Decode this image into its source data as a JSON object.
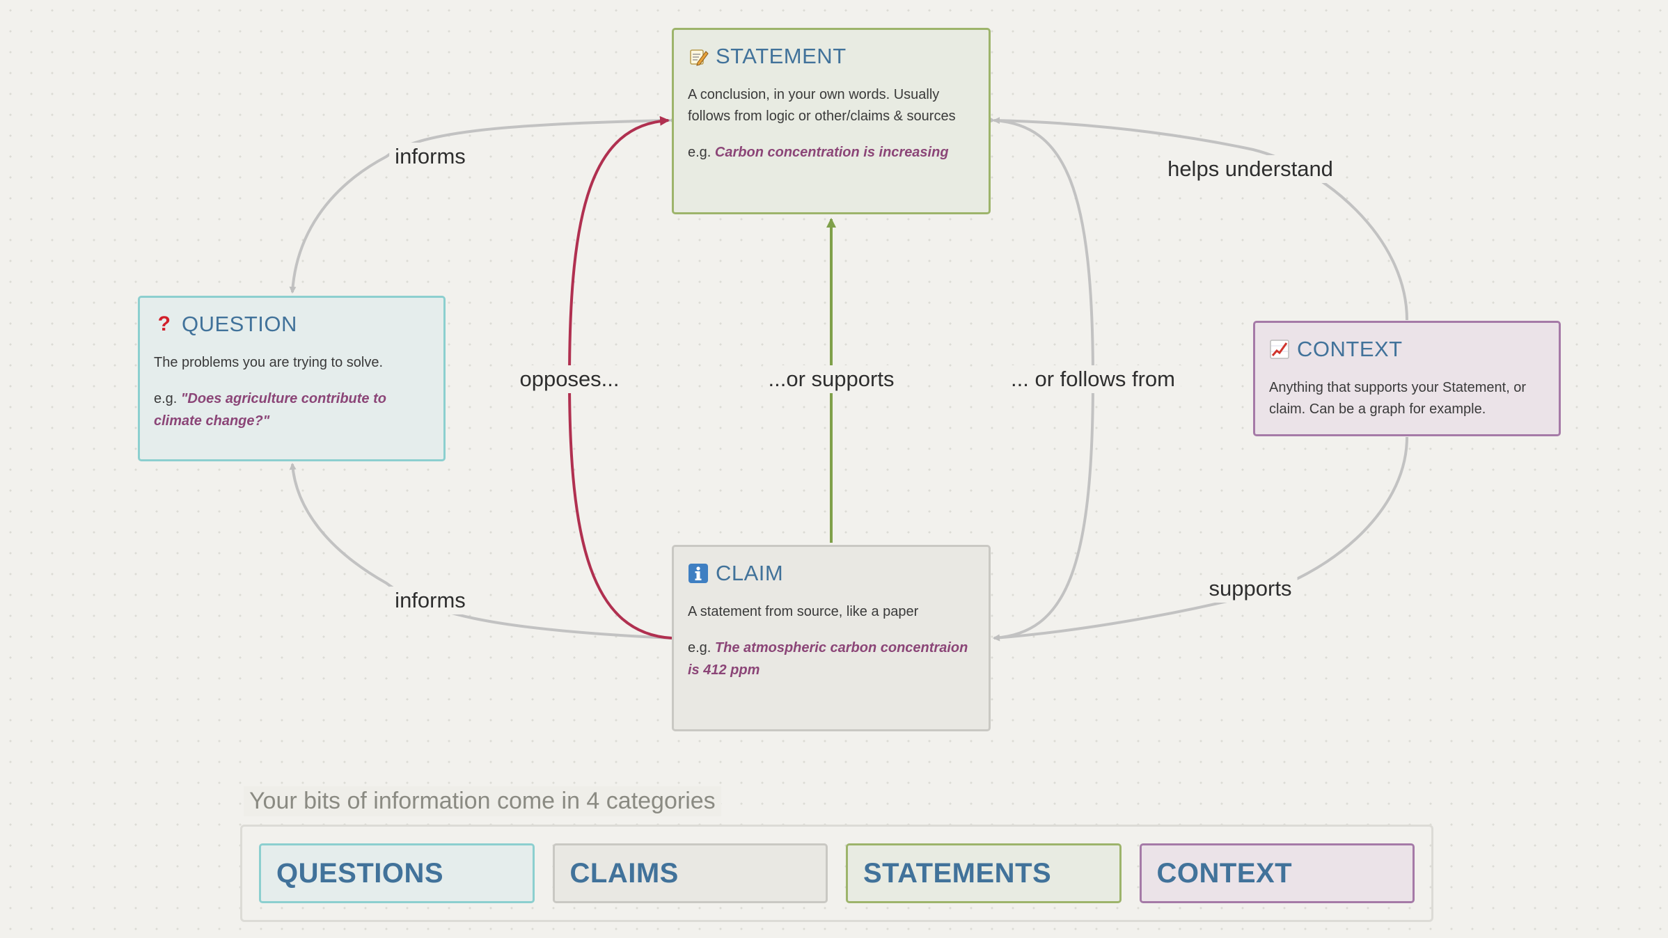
{
  "colors": {
    "background": "#f2f1ed",
    "title_text": "#41729a",
    "example_text": "#8b4577",
    "question_border": "#8ccfcf",
    "claim_border": "#c9c8c3",
    "statement_border": "#9db46b",
    "context_border": "#a57aa7",
    "edge_grey": "#bfbfbf",
    "edge_oppose": "#b03050",
    "edge_support": "#7fa04a"
  },
  "nodes": {
    "statement": {
      "icon": "memo-pencil-icon",
      "title": "STATEMENT",
      "description": "A conclusion, in your own words. Usually follows from logic or other/claims & sources",
      "example_prefix": "e.g.",
      "example": "Carbon concentration is increasing"
    },
    "question": {
      "icon": "question-mark-icon",
      "title": "QUESTION",
      "description": "The problems you are trying to solve.",
      "example_prefix": "e.g.",
      "example": "\"Does agriculture contribute to climate change?\""
    },
    "context": {
      "icon": "chart-increasing-icon",
      "title": "CONTEXT",
      "description": "Anything that supports your Statement, or claim. Can be a graph for example."
    },
    "claim": {
      "icon": "information-icon",
      "title": "CLAIM",
      "description": "A statement from source, like a paper",
      "example_prefix": "e.g.",
      "example": "The atmospheric carbon concentraion is 412 ppm"
    }
  },
  "edges": {
    "question_to_statement": "informs",
    "claim_to_question": "informs",
    "claim_opposes_statement": "opposes...",
    "claim_supports_statement": "...or supports",
    "statement_follows_from_claim": "... or follows from",
    "context_helps_statement": "helps understand",
    "context_supports_claim": "supports"
  },
  "legend": {
    "title": "Your bits of information come in 4 categories",
    "items": [
      "QUESTIONS",
      "CLAIMS",
      "STATEMENTS",
      "CONTEXT"
    ]
  }
}
